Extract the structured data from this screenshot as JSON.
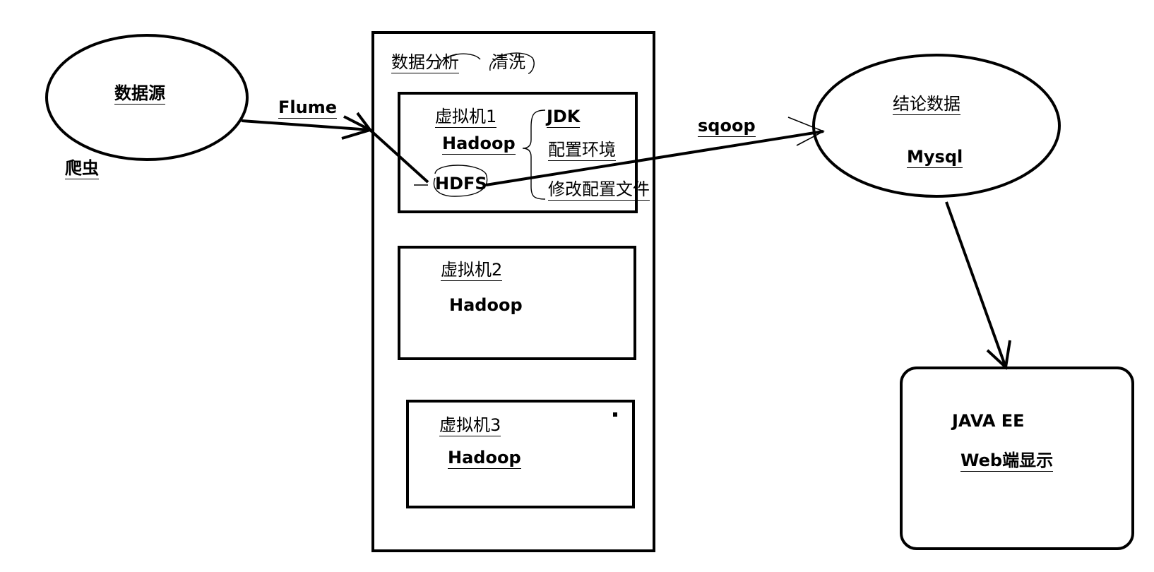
{
  "data_source": {
    "title": "数据源",
    "crawler": "爬虫"
  },
  "flume": "Flume",
  "cluster": {
    "title_part1": "数据分析",
    "title_part2": "清洗",
    "vm1": {
      "name": "虚拟机1",
      "software": "Hadoop",
      "hdfs": "HDFS",
      "config_items": [
        "JDK",
        "配置环境",
        "修改配置文件"
      ]
    },
    "vm2": {
      "name": "虚拟机2",
      "software": "Hadoop"
    },
    "vm3": {
      "name": "虚拟机3",
      "software": "Hadoop"
    }
  },
  "sqoop": "sqoop",
  "result": {
    "title": "结论数据",
    "db": "Mysql"
  },
  "web": {
    "line1": "JAVA EE",
    "line2": "Web端显示"
  }
}
